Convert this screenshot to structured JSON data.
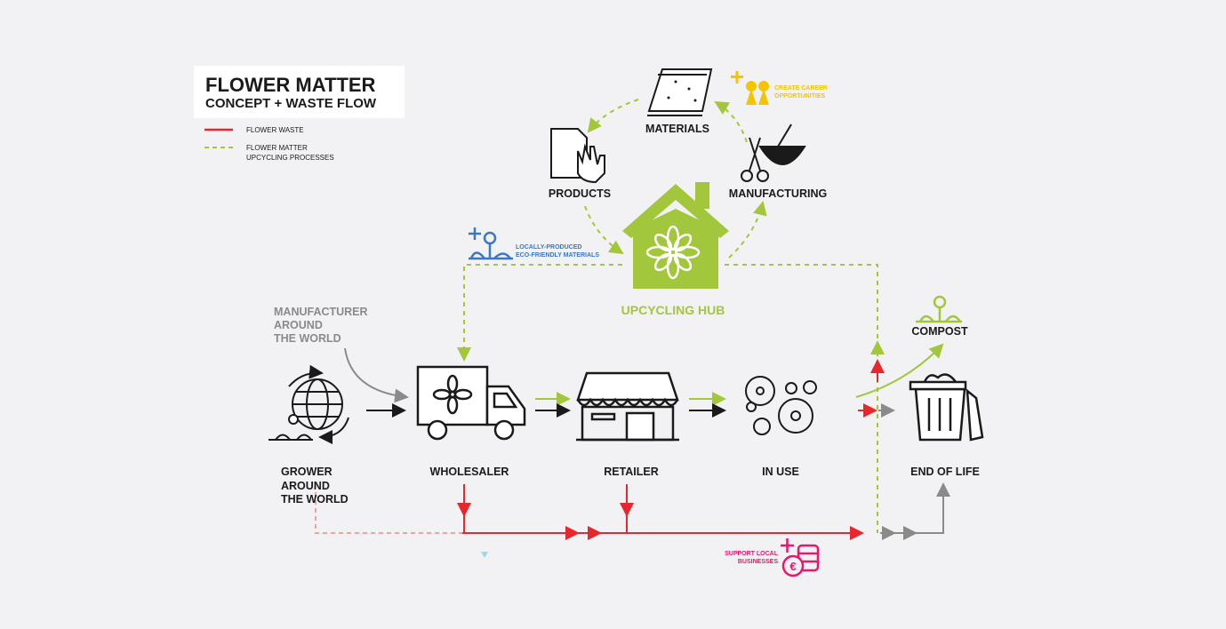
{
  "title": {
    "main": "FLOWER MATTER",
    "sub": "CONCEPT + WASTE FLOW"
  },
  "legend": {
    "waste": "FLOWER WASTE",
    "upcycling_1": "FLOWER MATTER",
    "upcycling_2": "UPCYCLING PROCESSES"
  },
  "hub": {
    "label": "UPCYCLING HUB",
    "materials": "MATERIALS",
    "products": "PRODUCTS",
    "manufacturing": "MANUFACTURING"
  },
  "benefits": {
    "career_1": "CREATE CAREER",
    "career_2": "OPPORTUNITIES",
    "local_1": "LOCALLY-PRODUCED",
    "local_2": "ECO-FRIENDLY MATERIALS",
    "business_1": "SUPPORT LOCAL",
    "business_2": "BUSINESSES"
  },
  "manufacturer": [
    "MANUFACTURER",
    "AROUND",
    "THE WORLD"
  ],
  "grower": [
    "GROWER",
    "AROUND",
    "THE WORLD"
  ],
  "stages": {
    "wholesaler": "WHOLESALER",
    "retailer": "RETAILER",
    "in_use": "IN USE",
    "end_of_life": "END OF LIFE",
    "compost": "COMPOST"
  },
  "colors": {
    "green": "#a3c73c",
    "red": "#e8262b",
    "gray": "#8a8a8a",
    "yellow": "#f5c400",
    "blue": "#3a78c2",
    "pink": "#e6196e"
  }
}
